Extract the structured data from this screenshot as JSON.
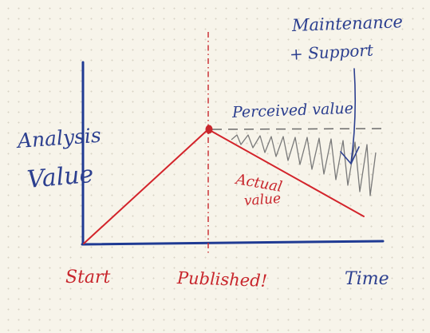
{
  "labels": {
    "y_axis_line1": "Analysis",
    "y_axis_line2": "Value",
    "x_start": "Start",
    "x_published": "Published!",
    "x_time": "Time",
    "perceived_value": "Perceived value",
    "actual_value_line1": "Actual",
    "actual_value_line2": "value",
    "maintenance_line1": "Maintenance",
    "maintenance_line2": "+ Support"
  },
  "colors": {
    "axes": "#1f3a93",
    "ink_blue": "#2c3f8f",
    "value_line": "#d3242b",
    "published_marker": "#c8262c",
    "perceived_dash": "#6b6b6b",
    "hatch": "#7a7a7a"
  }
}
